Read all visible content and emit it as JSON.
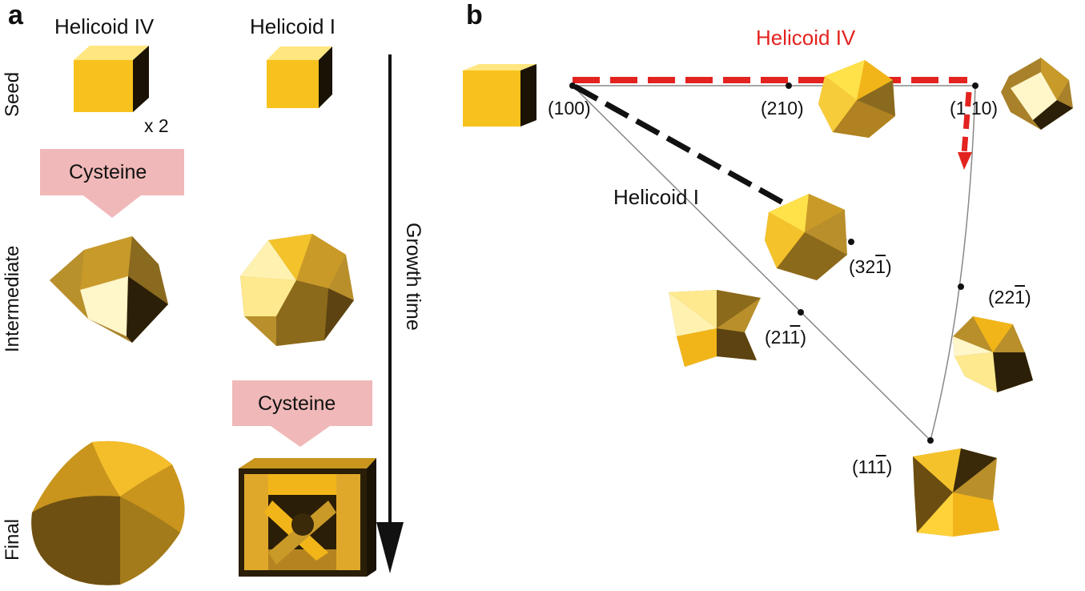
{
  "panel_a": {
    "label": "a",
    "col_helicoid_iv": "Helicoid IV",
    "col_helicoid_i": "Helicoid I",
    "row_seed": "Seed",
    "row_intermediate": "Intermediate",
    "row_final": "Final",
    "multiplier": "x 2",
    "cysteine_1": "Cysteine",
    "cysteine_2": "Cysteine",
    "time_axis": "Growth time"
  },
  "panel_b": {
    "label": "b",
    "path_helicoid_iv": "Helicoid IV",
    "path_helicoid_i": "Helicoid I",
    "points": {
      "p100": "(100)",
      "p210": "(210)",
      "p110": "(1 10)",
      "p321_pre": "(32",
      "p321_bar": "1",
      "p321_post": ")",
      "p221_pre": "(22",
      "p221_bar": "1",
      "p221_post": ")",
      "p211_pre": "(21",
      "p211_bar": "1",
      "p211_post": ")",
      "p111_pre": "(11",
      "p111_bar": "1",
      "p111_post": ")"
    }
  },
  "colors": {
    "gold": "#f2b519",
    "gold_dark": "#6b4d12",
    "gold_light": "#fff2a8",
    "cysteine_arrow": "#f0b8b8",
    "helicoid_iv_path": "#e3231f",
    "helicoid_i_path": "#111111"
  }
}
